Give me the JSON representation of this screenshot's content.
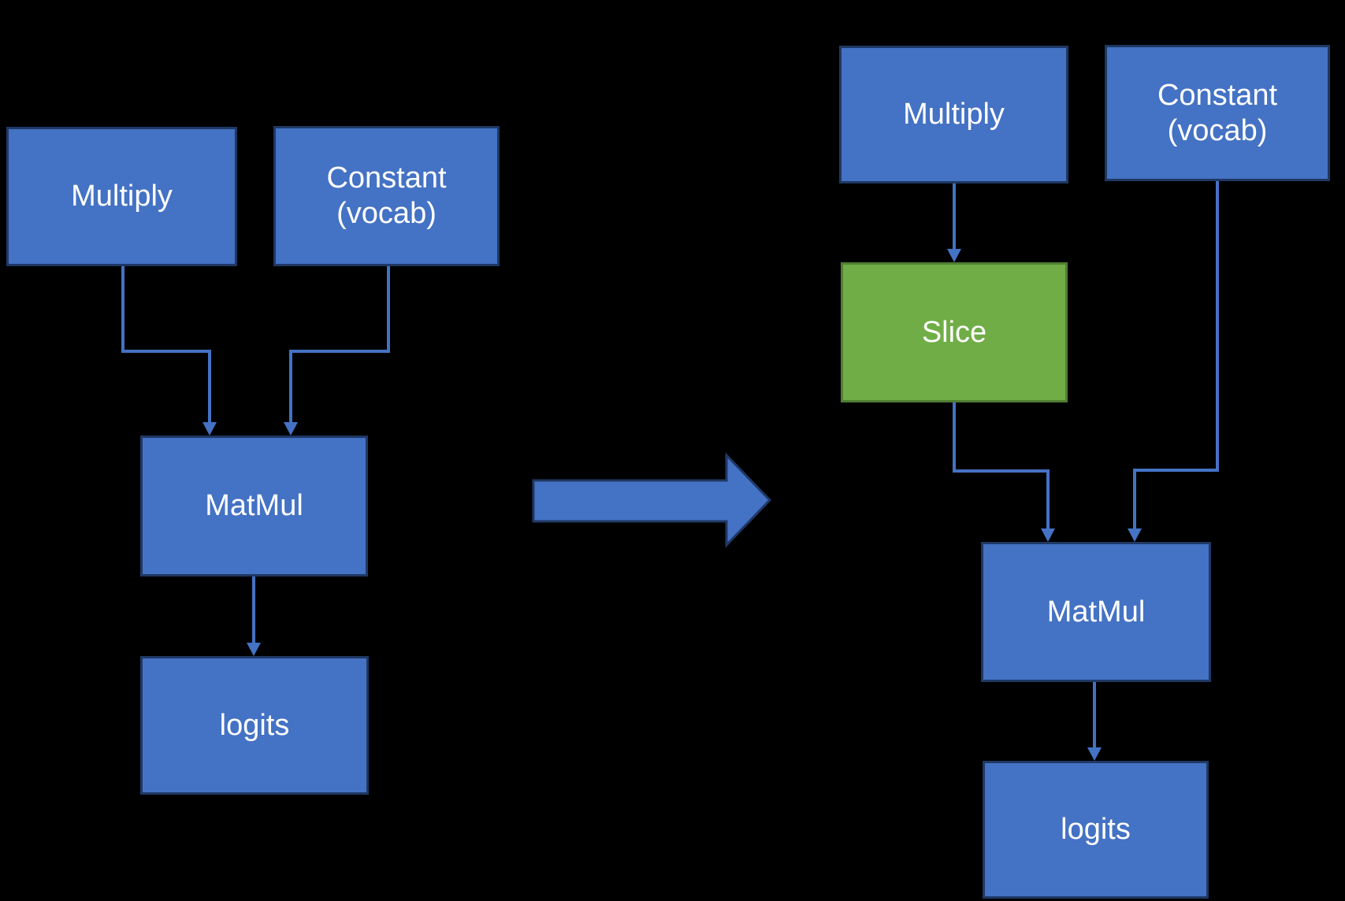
{
  "background": "#000000",
  "colors": {
    "node_fill_blue": "#4472C4",
    "node_border_blue": "#1F3864",
    "node_fill_green": "#70AD47",
    "node_border_green": "#507E32",
    "connector": "#4472C4",
    "text": "#FFFFFF"
  },
  "left_graph": {
    "multiply": {
      "label": "Multiply"
    },
    "constant": {
      "line1": "Constant",
      "line2": "(vocab)"
    },
    "matmul": {
      "label": "MatMul"
    },
    "logits": {
      "label": "logits"
    }
  },
  "right_graph": {
    "multiply": {
      "label": "Multiply"
    },
    "constant": {
      "line1": "Constant",
      "line2": "(vocab)"
    },
    "slice": {
      "label": "Slice"
    },
    "matmul": {
      "label": "MatMul"
    },
    "logits": {
      "label": "logits"
    }
  }
}
